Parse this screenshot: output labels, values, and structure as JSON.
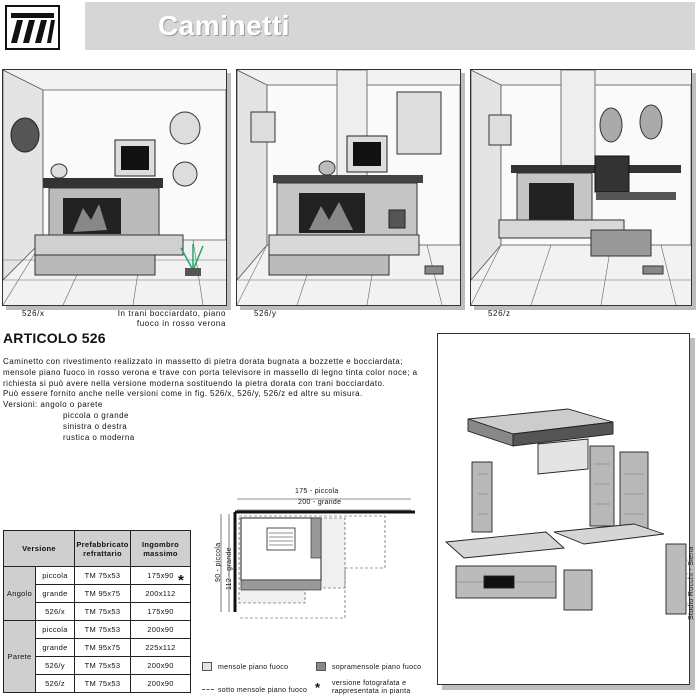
{
  "header": {
    "title": "Caminetti"
  },
  "photos": [
    {
      "code": "526/x",
      "note": "In trani bocciardato, piano fuoco in rosso verona"
    },
    {
      "code": "526/y"
    },
    {
      "code": "526/z"
    }
  ],
  "article": {
    "heading": "ARTICOLO 526",
    "description": "Caminetto con rivestimento realizzato in massetto di pietra dorata bugnata a bozzette e bocciardata; mensole piano fuoco in rosso verona e trave con porta televisore in massello di legno tinta color noce; a richiesta si può avere nella versione moderna sostituendo la pietra dorata con trani bocciardato.",
    "versions_note": "Può essere fornito anche nelle versioni come in fig. 526/x, 526/y, 526/z ed altre su misura.",
    "versions_label": "Versioni: angolo o parete",
    "options": [
      "piccola o grande",
      "sinistra o destra",
      "rustica o moderna"
    ]
  },
  "table": {
    "headers": [
      "Versione",
      "Prefabbricato refrattario",
      "Ingombro massimo"
    ],
    "groups": [
      {
        "name": "Angolo",
        "rows": [
          [
            "piccola",
            "TM 75x53",
            "175x90"
          ],
          [
            "grande",
            "TM 95x75",
            "200x112"
          ],
          [
            "526/x",
            "TM 75x53",
            "175x90"
          ]
        ]
      },
      {
        "name": "Parete",
        "rows": [
          [
            "piccola",
            "TM 75x53",
            "200x90"
          ],
          [
            "grande",
            "TM 95x75",
            "225x112"
          ],
          [
            "526/y",
            "TM 75x53",
            "200x90"
          ],
          [
            "526/z",
            "TM 75x53",
            "200x90"
          ]
        ]
      }
    ],
    "star": "*"
  },
  "plan": {
    "dim_175": "175 - piccola",
    "dim_200": "200 - grande",
    "dim_90": "90 - piccola",
    "dim_112": "112 - grande"
  },
  "legend": {
    "mensole": "mensole piano fuoco",
    "sopramensole": "sopramensole piano fuoco",
    "sotto": "sotto mensole piano fuoco",
    "star_symbol": "*",
    "star_note": "versione fotografata e rappresentata in pianta"
  },
  "credit": "Studio Rocchi - Siena"
}
